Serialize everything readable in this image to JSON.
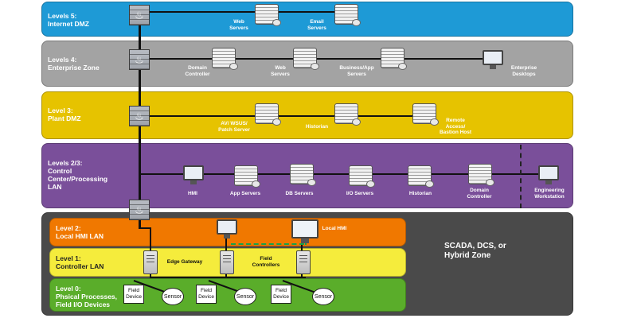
{
  "zones": {
    "l5": {
      "label": "Levels 5:\nInternet DMZ",
      "color": "#1e9ad6"
    },
    "l4": {
      "label": "Levels 4:\nEnterprise Zone",
      "color": "#a3a3a3"
    },
    "l3": {
      "label": "Level 3:\nPlant DMZ",
      "color": "#e6c300"
    },
    "l23": {
      "label": "Levels 2/3:\nControl\nCenter/Processing\nLAN",
      "color": "#7a4f9a"
    },
    "scada": {
      "label": "SCADA, DCS, or\nHybrid Zone",
      "color": "#4a4a4a"
    },
    "l2": {
      "label": "Level 2:\nLocal HMI LAN",
      "color": "#f07800"
    },
    "l1": {
      "label": "Level 1:\nController LAN",
      "color": "#f5ec3c"
    },
    "l0": {
      "label": "Level 0:\nPhsical Processes,\nField I/O Devices",
      "color": "#5aad2a"
    }
  },
  "devices": {
    "l5_web": "Web\nServers",
    "l5_email": "Email\nServers",
    "l4_domain": "Domain\nController",
    "l4_web": "Web\nServers",
    "l4_bizapp": "Business/App\nServers",
    "l4_desktops": "Enterprise\nDesktops",
    "l3_av": "AV/ WSUS/\nPatch Server",
    "l3_historian": "Historian",
    "l3_remote": "Remote\nAccess/\nBastion Host",
    "l23_hmi": "HMI",
    "l23_app": "App Servers",
    "l23_db": "DB Servers",
    "l23_io": "I/O Servers",
    "l23_historian": "Historian",
    "l23_domain": "Domain\nController",
    "l23_eng": "Engineering\nWorkstation",
    "l2_local_hmi": "Local HMI",
    "l1_edge": "Edge Gateway",
    "l1_field_ctrl": "Field\nControllers",
    "l0_field_device": "Field\nDevice",
    "l0_sensor": "Sensor"
  },
  "icons": [
    "firewall-icon",
    "server-icon",
    "monitor-icon",
    "gateway-icon"
  ]
}
